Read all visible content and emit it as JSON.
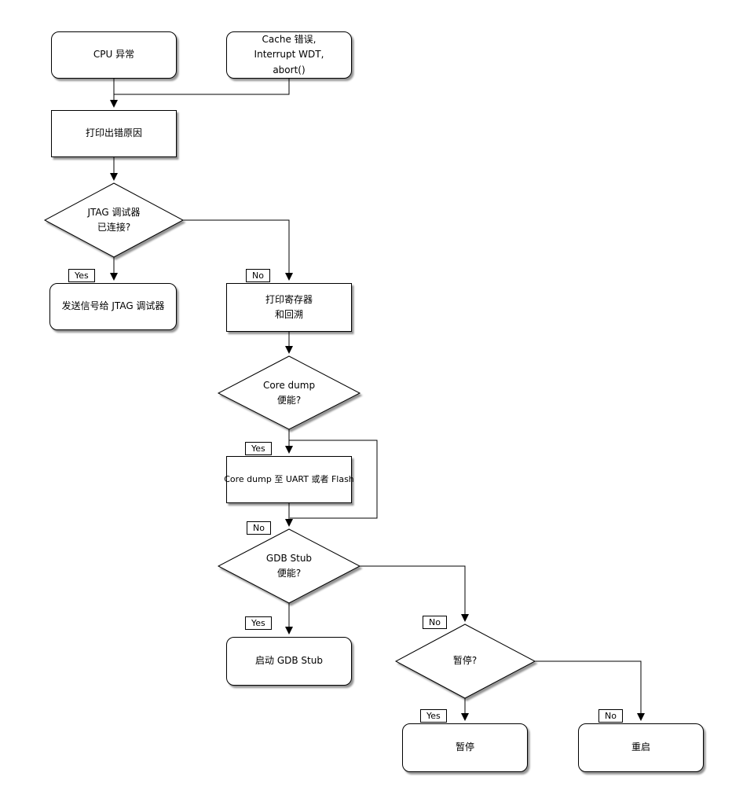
{
  "nodes": {
    "cpu_exception": {
      "label": "CPU 异常"
    },
    "cache_error": {
      "lines": [
        "Cache 错误,",
        "Interrupt WDT,",
        "abort()"
      ]
    },
    "print_error_reason": {
      "label": "打印出错原因"
    },
    "jtag_connected": {
      "lines": [
        "JTAG 调试器",
        "已连接?"
      ]
    },
    "send_signal_jtag": {
      "label": "发送信号给 JTAG 调试器"
    },
    "print_registers_backtrace": {
      "lines": [
        "打印寄存器",
        "和回溯"
      ]
    },
    "core_dump_enabled": {
      "lines": [
        "Core dump",
        "便能?"
      ]
    },
    "core_dump_to": {
      "label": "Core dump 至 UART 或者 Flash"
    },
    "gdb_stub_enabled": {
      "lines": [
        "GDB Stub",
        "便能?"
      ]
    },
    "start_gdb_stub": {
      "label": "启动 GDB Stub"
    },
    "halt_question": {
      "label": "暂停?"
    },
    "halt": {
      "label": "暂停"
    },
    "reboot": {
      "label": "重启"
    }
  },
  "edge_labels": {
    "jtag_yes": "Yes",
    "jtag_no": "No",
    "coredump_yes": "Yes",
    "coredump_no": "No",
    "gdbstub_yes": "Yes",
    "gdbstub_no": "No",
    "halt_yes": "Yes",
    "halt_no": "No"
  },
  "colors": {
    "stroke": "#000000",
    "shape_fill": "#ffffff",
    "background": "#ffffff"
  }
}
